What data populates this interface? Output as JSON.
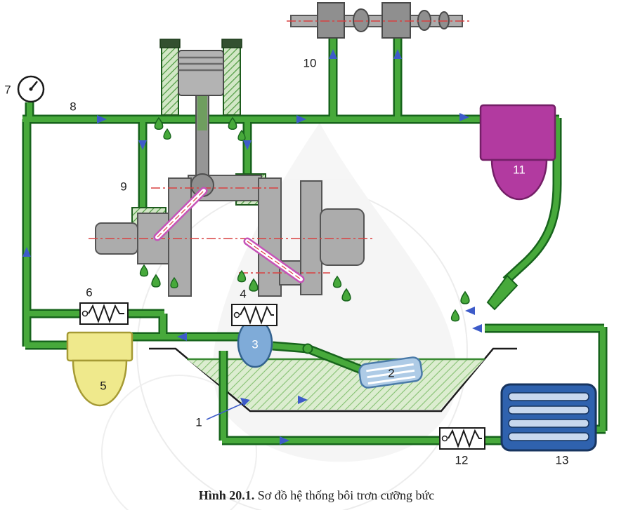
{
  "figure": {
    "caption_label": "Hình 20.1.",
    "caption_title": "Sơ đồ hệ thống bôi trơn cưỡng bức"
  },
  "part_labels": {
    "p1": "1",
    "p2": "2",
    "p3": "3",
    "p4": "4",
    "p5": "5",
    "p6": "6",
    "p7": "7",
    "p8": "8",
    "p9": "9",
    "p10": "10",
    "p11": "11",
    "p12": "12",
    "p13": "13"
  },
  "colors": {
    "pipe_green": "#47a93b",
    "pipe_outline": "#17641c",
    "oil_light": "#dcedd0",
    "oil_hatch": "#86c273",
    "metal": "#acacac",
    "metal_dark": "#555555",
    "centerline": "#d94040",
    "arrow": "#3d5bc9",
    "fine_filter": "#b23aa0",
    "fine_filter_dark": "#741f67",
    "main_filter": "#efe98c",
    "main_filter_dark": "#a59a34",
    "pump": "#7fabd8",
    "pump_dark": "#33628f",
    "strainer": "#aecbe6",
    "strainer_dark": "#4a7aa8",
    "cooler": "#2f62ae",
    "cooler_dark": "#17345f",
    "watermark": "#e9e9e9"
  }
}
